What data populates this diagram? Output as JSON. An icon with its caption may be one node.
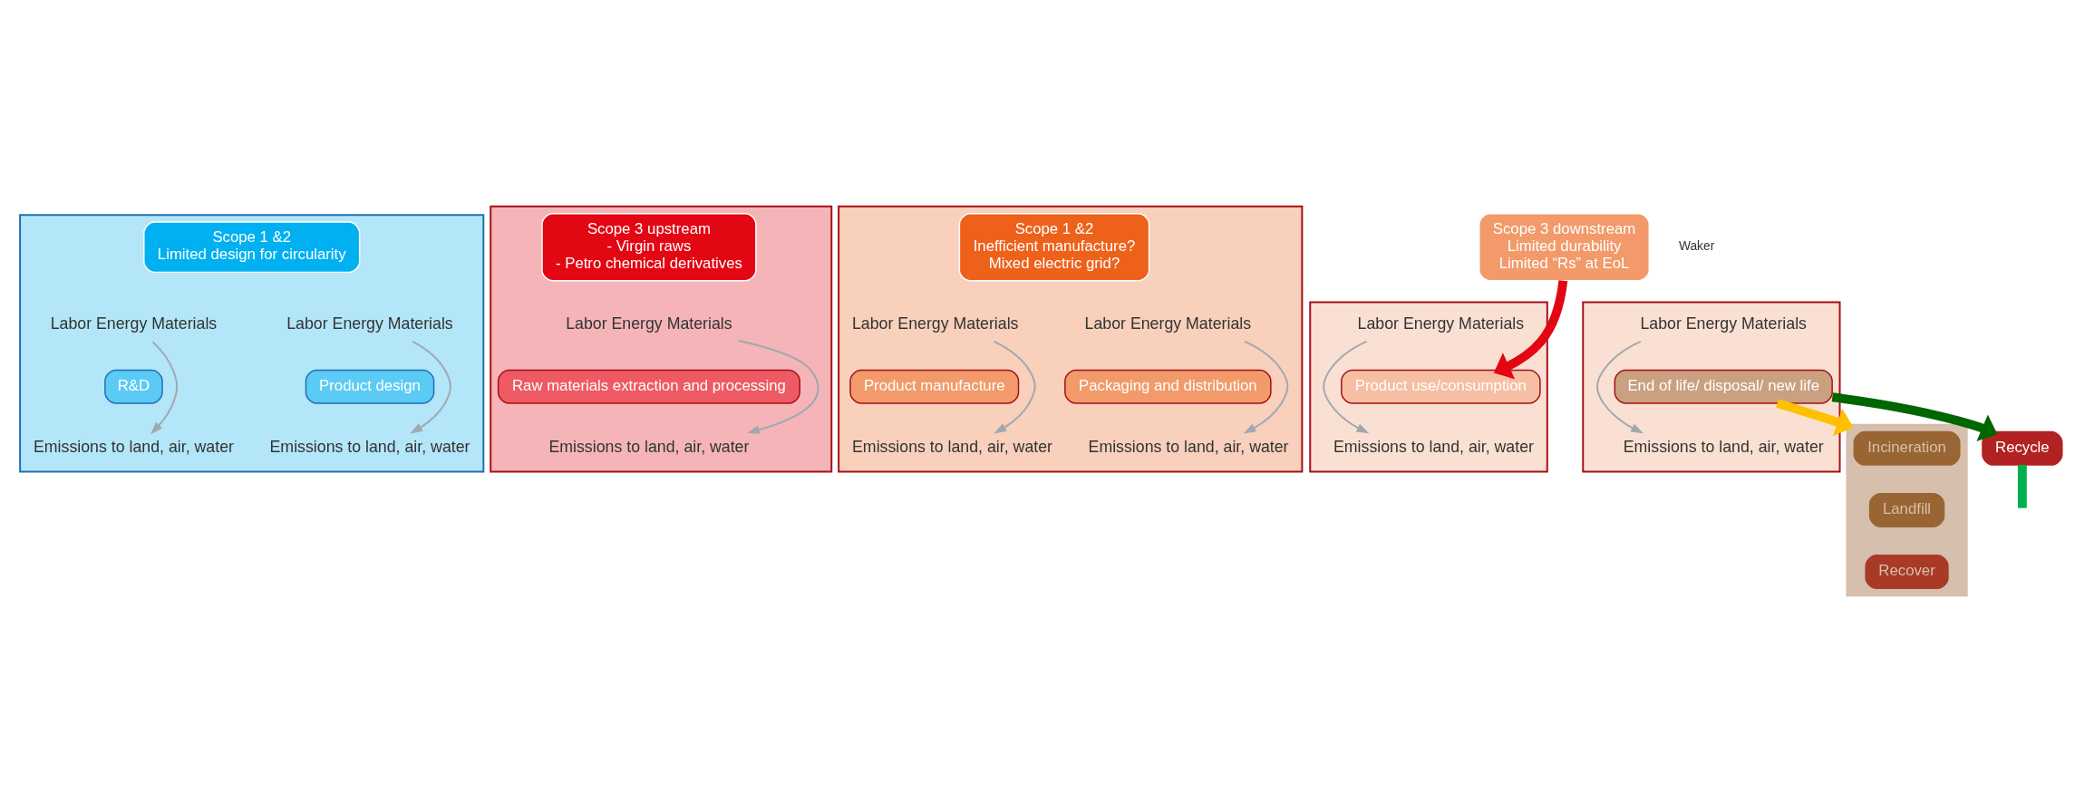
{
  "diagram": {
    "nodes": [
      {
        "text": [],
        "shape": "box"
      },
      {
        "text": [
          "Scope 1 &2",
          "Limited design for circularity"
        ],
        "in": 0
      },
      {
        "text": [
          "Labor Energy Materials"
        ],
        "in": 0
      },
      {
        "text": [
          "R&D"
        ],
        "in": 0
      },
      {
        "text": [
          "Emissions to land, air, water"
        ],
        "in": 0
      },
      {
        "text": [
          "Labor Energy Materials"
        ],
        "in": 0
      },
      {
        "text": [
          "Product design"
        ],
        "in": 0
      },
      {
        "text": [
          "Emissions to land, air, water"
        ],
        "in": 0
      },
      {
        "text": [],
        "shape": "box"
      },
      {
        "text": [
          "Scope 3 upstream",
          "- Virgin raws",
          "- Petro chemical derivatives"
        ],
        "in": 8
      },
      {
        "text": [
          "Labor Energy Materials"
        ],
        "in": 8
      },
      {
        "text": [
          "Raw materials extraction and processing"
        ],
        "in": 8
      },
      {
        "text": [
          "Emissions to land, air, water"
        ],
        "in": 8
      },
      {
        "text": [],
        "shape": "box"
      },
      {
        "text": [
          "Scope 1 &2",
          "Inefficient manufacture?",
          "Mixed electric grid?"
        ],
        "in": 13
      },
      {
        "text": [
          "Labor Energy Materials"
        ],
        "in": 13
      },
      {
        "text": [
          "Product manufacture"
        ],
        "in": 13
      },
      {
        "text": [
          "Emissions to land, air, water"
        ],
        "in": 13
      },
      {
        "text": [
          "Labor Energy Materials"
        ],
        "in": 13
      },
      {
        "text": [
          "Packaging and distribution"
        ],
        "in": 13
      },
      {
        "text": [
          "Emissions to land, air, water"
        ],
        "in": 13
      },
      {
        "text": [],
        "shape": "box"
      },
      {
        "text": [
          "Labor Energy Materials"
        ],
        "in": 21
      },
      {
        "text": [
          "Product use/consumption"
        ],
        "in": 21
      },
      {
        "text": [
          "Emissions to land, air, water"
        ],
        "in": 21
      },
      {
        "text": [],
        "shape": "box"
      },
      {
        "text": [
          "Labor Energy Materials"
        ],
        "in": 25
      },
      {
        "text": [
          "End of life/ disposal/ new life"
        ],
        "in": 25
      },
      {
        "text": [
          "Emissions to land, air, water"
        ],
        "in": 25
      },
      {
        "text": [
          "Scope 3 downstream",
          "Limited durability",
          "Limited “Rs” at EoL"
        ]
      },
      {
        "text": [],
        "shape": "box"
      },
      {
        "text": [
          "Incineration"
        ],
        "in": 30
      },
      {
        "text": [
          "Landfill"
        ],
        "in": 30
      },
      {
        "text": [
          "Recover"
        ],
        "in": 30
      },
      {
        "text": [
          "Recycle"
        ]
      }
    ],
    "edges": [
      {
        "from": 2,
        "to": 4,
        "arrow": "to"
      },
      {
        "from": 5,
        "to": 7,
        "arrow": "to"
      },
      {
        "from": 10,
        "to": 12,
        "arrow": "to"
      },
      {
        "from": 15,
        "to": 17,
        "arrow": "to"
      },
      {
        "from": 18,
        "to": 20,
        "arrow": "to"
      },
      {
        "from": 22,
        "to": 24,
        "arrow": "to"
      },
      {
        "from": 26,
        "to": 28,
        "arrow": "to"
      },
      {
        "from": 29,
        "to": 23,
        "arrow": "to",
        "style": "thick",
        "color": "#e30613"
      },
      {
        "from": 27,
        "to": 30,
        "arrow": "to",
        "style": "thick",
        "color": "#ffc000"
      },
      {
        "from": 27,
        "to": 34,
        "arrow": "to",
        "style": "thick",
        "color": "#006600"
      },
      {
        "from": 34,
        "to": null,
        "arrow": "none",
        "style": "thick",
        "color": "#00b050"
      }
    ],
    "labels": [
      "Waker"
    ]
  }
}
